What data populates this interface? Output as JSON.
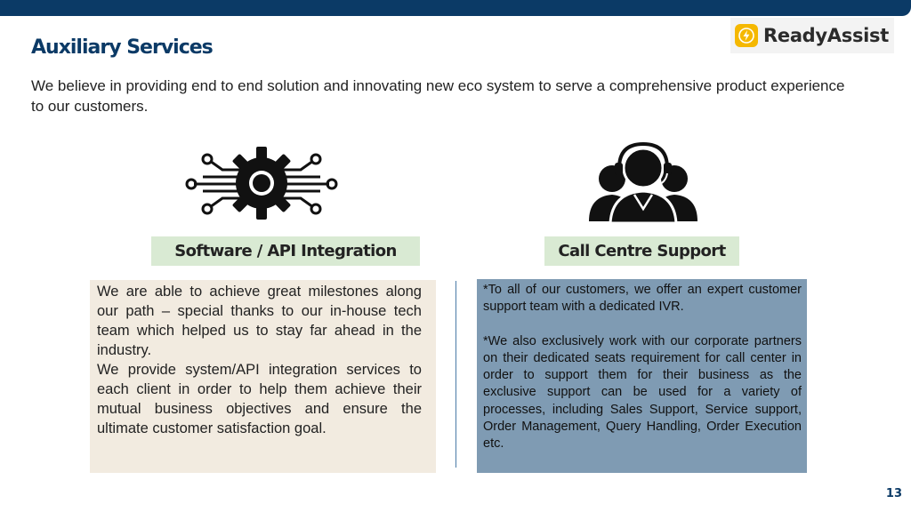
{
  "header": {
    "logo_text": "ReadyAssist",
    "logo_icon": "lightning-bolt-icon",
    "brand_color": "#0b3a66",
    "logo_accent": "#f5b800"
  },
  "page": {
    "title": "Auxiliary Services",
    "subtitle": "We believe in providing end to end solution and innovating new eco system to serve a comprehensive product experience  to our customers.",
    "page_number": "13"
  },
  "sections": {
    "software": {
      "icon": "gear-circuit-icon",
      "title": "Software / API Integration",
      "paragraphs": [
        "We are able to achieve great milestones along our path – special thanks to our in-house tech team which helped us to stay far ahead in the industry.",
        "We provide system/API integration services to each client in order to help them achieve their mutual business objectives and ensure the ultimate customer satisfaction goal."
      ]
    },
    "call_centre": {
      "icon": "headset-team-icon",
      "title": "Call Centre Support",
      "paragraphs": [
        "*To all of our customers, we offer an expert customer support team with a dedicated IVR.",
        "*We also exclusively work with our corporate partners on their dedicated seats requirement for call center in order to support them for their business as the exclusive support can be used for a variety of processes, including Sales Support, Service support, Order Management, Query Handling, Order Execution etc."
      ]
    }
  },
  "colors": {
    "card_title_bg": "#d9ead3",
    "left_box_bg": "#f2ebe0",
    "right_box_bg": "#7f9bb3"
  }
}
